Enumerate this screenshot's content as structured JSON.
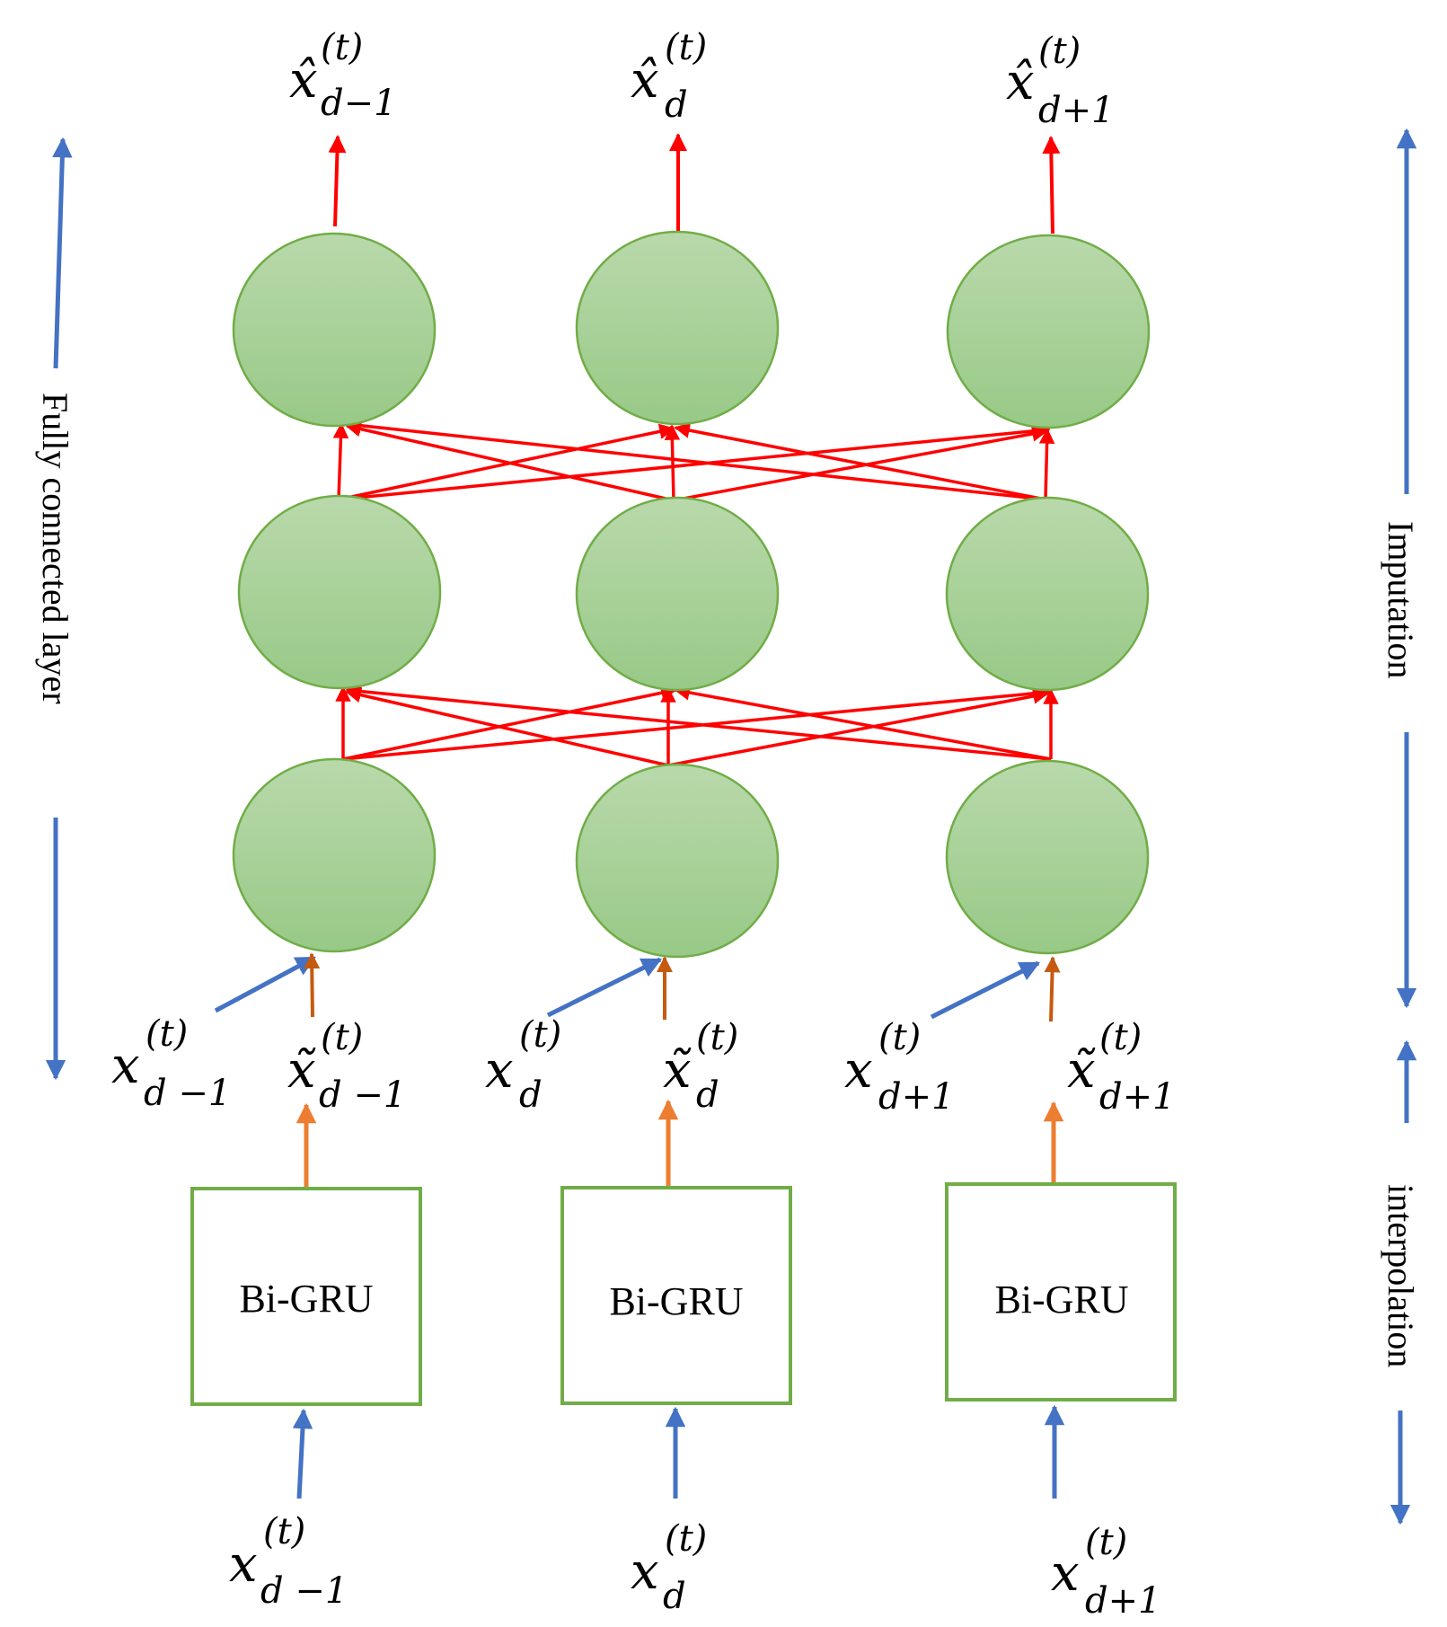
{
  "side_labels": {
    "left": "Fully connected layer",
    "right_top": "Imputation",
    "right_bottom": "interpolation"
  },
  "gru": {
    "label": "Bi-GRU"
  },
  "math": {
    "x": "x",
    "x_hat": "x̂",
    "x_tilde": "x̃",
    "superscript": "(t)",
    "sub_left": "d −1",
    "sub_left_out": "d−1",
    "sub_mid": "d",
    "sub_right": "d+1"
  },
  "colors": {
    "node_fill_top": "#b9d9ab",
    "node_fill_bottom": "#98c987",
    "node_stroke": "#70ad47",
    "box_stroke": "#70ad47",
    "red_arrow": "#ff0000",
    "blue_arrow": "#4472c4",
    "orange_arrow": "#ed7d31",
    "dark_orange_arrow": "#c55a11"
  }
}
